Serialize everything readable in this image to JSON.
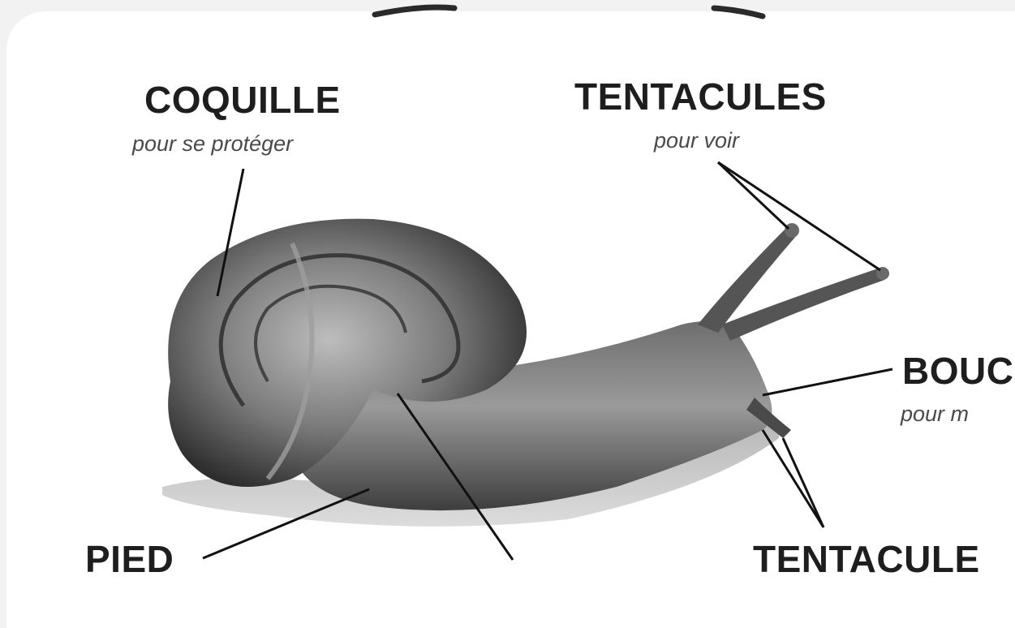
{
  "labels": {
    "coquille": {
      "title": "COQUILLE",
      "subtitle": "pour se protéger"
    },
    "tentacules_top": {
      "title": "TENTACULES",
      "subtitle": "pour voir"
    },
    "bouche": {
      "title": "BOUC",
      "subtitle": "pour m"
    },
    "pied": {
      "title": "PIED"
    },
    "tentacules_bottom": {
      "title": "TENTACULE"
    }
  },
  "illustration": {
    "subject": "snail"
  }
}
